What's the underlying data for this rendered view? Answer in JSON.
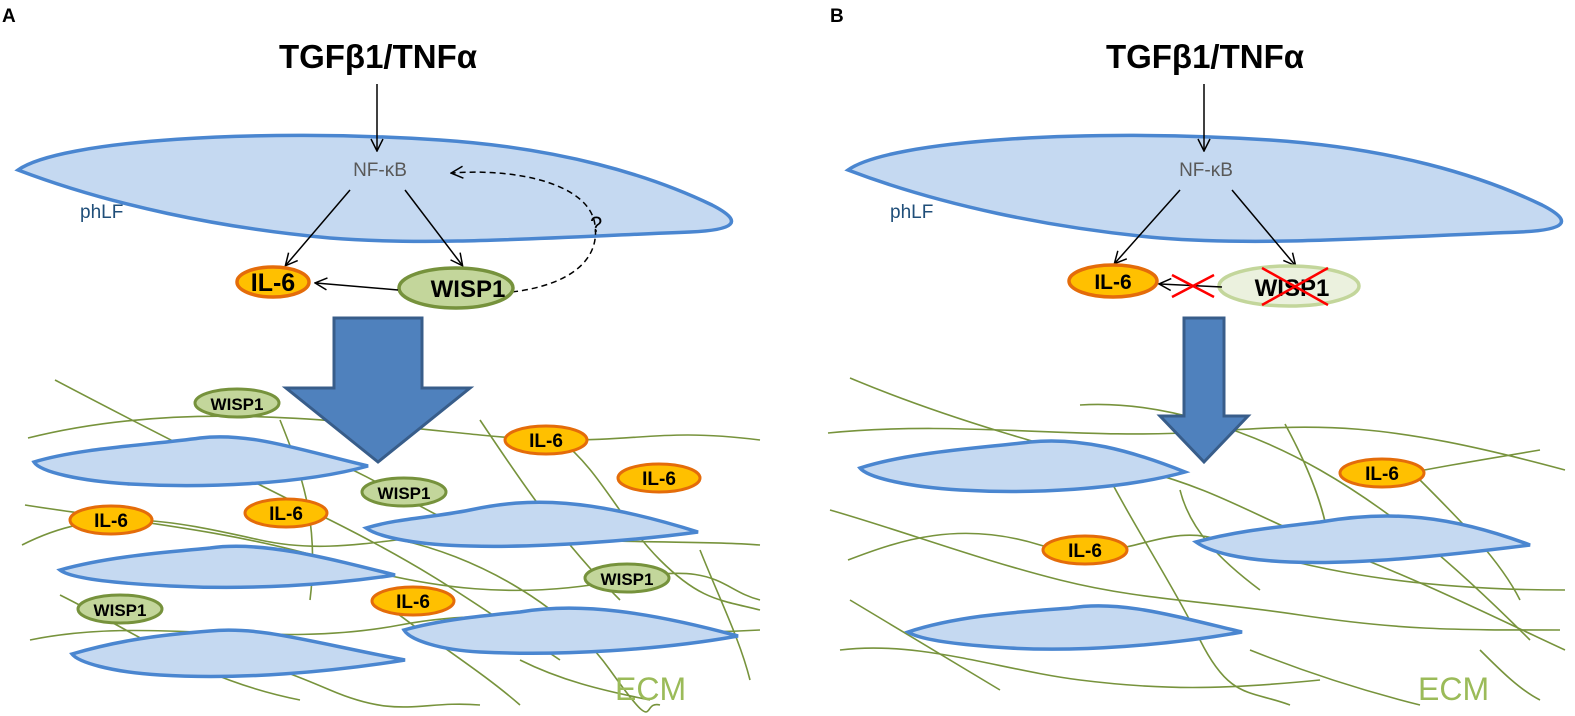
{
  "panels": [
    {
      "letter": "A",
      "stimulus": "TGFβ1/TNFα",
      "nfkb": "NF-κB",
      "cell_label": "phLF",
      "il6": "IL-6",
      "wisp1": "WISP1",
      "question": "?",
      "ecm": "ECM"
    },
    {
      "letter": "B",
      "stimulus": "TGFβ1/TNFα",
      "nfkb": "NF-κB",
      "cell_label": "phLF",
      "il6": "IL-6",
      "wisp1": "WISP1",
      "ecm": "ECM"
    }
  ],
  "colors": {
    "cell_fill": "#c5d9f1",
    "cell_stroke": "#4a86d0",
    "il6_fill": "#ffc000",
    "il6_stroke": "#e46c0a",
    "wisp1_fill": "#c3d69b",
    "wisp1_stroke": "#76923c",
    "wisp1_faded_fill": "#ebf1de",
    "wisp1_faded_stroke": "#c3d69b",
    "fiber": "#77933c",
    "arrow_fill": "#4f81bd",
    "arrow_stroke": "#385d8a",
    "cross": "#ff0000"
  }
}
